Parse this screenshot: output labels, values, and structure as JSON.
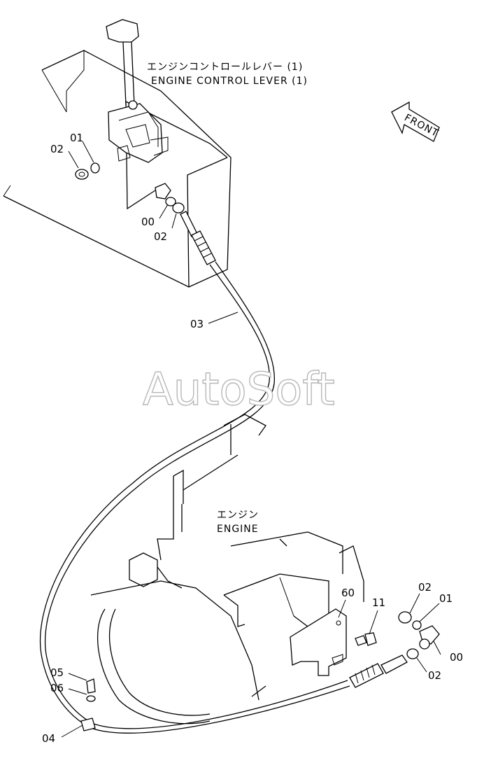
{
  "captions": {
    "lever_jp": "エンジンコントロールレバー (1)",
    "lever_en": "ENGINE CONTROL LEVER (1)",
    "engine_jp": "エンジン",
    "engine_en": "ENGINE",
    "front": "FRONT",
    "watermark": "AutoSoft"
  },
  "callouts": {
    "upper_01": "01",
    "upper_02": "02",
    "upper_00": "00",
    "upper_02b": "02",
    "cable_03": "03",
    "lower_60": "60",
    "lower_11": "11",
    "lower_02": "02",
    "lower_01": "01",
    "lower_00": "00",
    "lower_02b": "02",
    "lower_05": "05",
    "lower_06": "06",
    "lower_04": "04"
  }
}
